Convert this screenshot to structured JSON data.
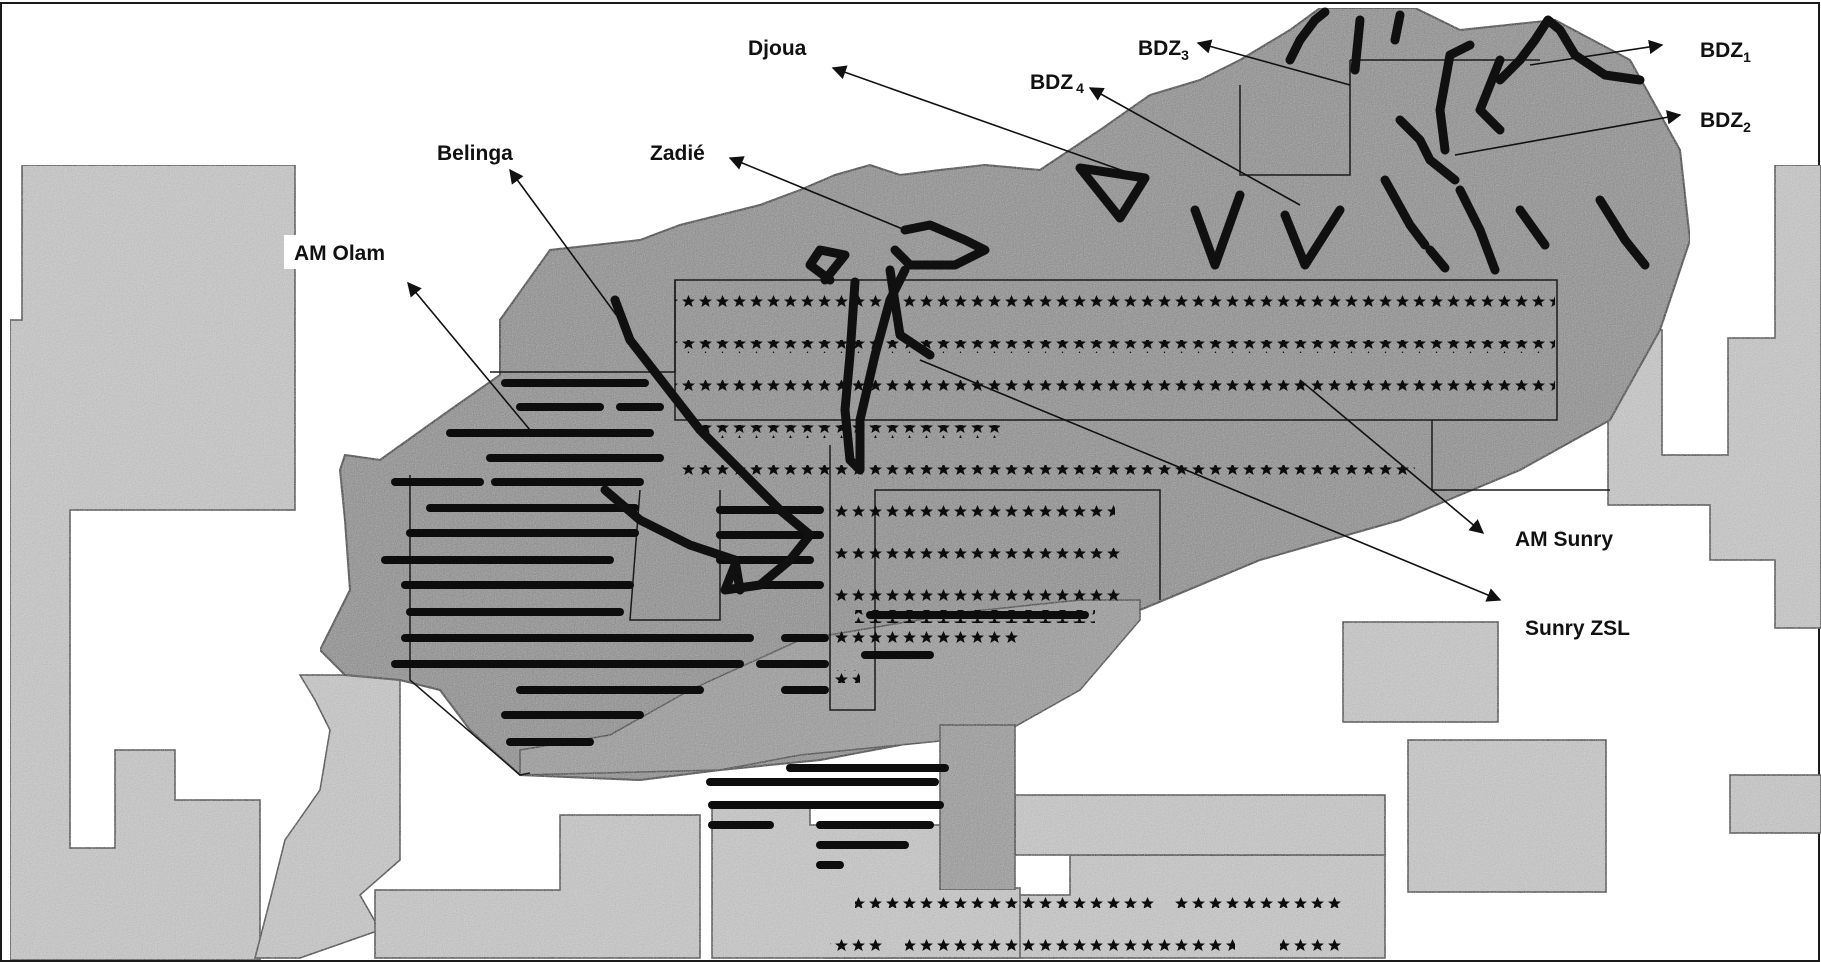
{
  "colors": {
    "background": "#ffffff",
    "light_concession": "#c9c9c9",
    "dark_concession": "#8c8c8c",
    "border": "#1a1a1a",
    "track": "#101010",
    "label": "#111111"
  },
  "icons": {
    "plot_marker": "star-icon",
    "pointer": "arrow-icon"
  },
  "labels": {
    "djoua": "Djoua",
    "bdz3_base": "BDZ",
    "bdz3_sub": "3",
    "bdz4_base": "BDZ",
    "bdz4_sub": "4",
    "bdz1_base": "BDZ",
    "bdz1_sub": "1",
    "bdz2_base": "BDZ",
    "bdz2_sub": "2",
    "belinga": "Belinga",
    "zadie": "Zadié",
    "am_olam": "AM Olam",
    "am_sunry": "AM Sunry",
    "sunry_zsl": "Sunry ZSL"
  }
}
